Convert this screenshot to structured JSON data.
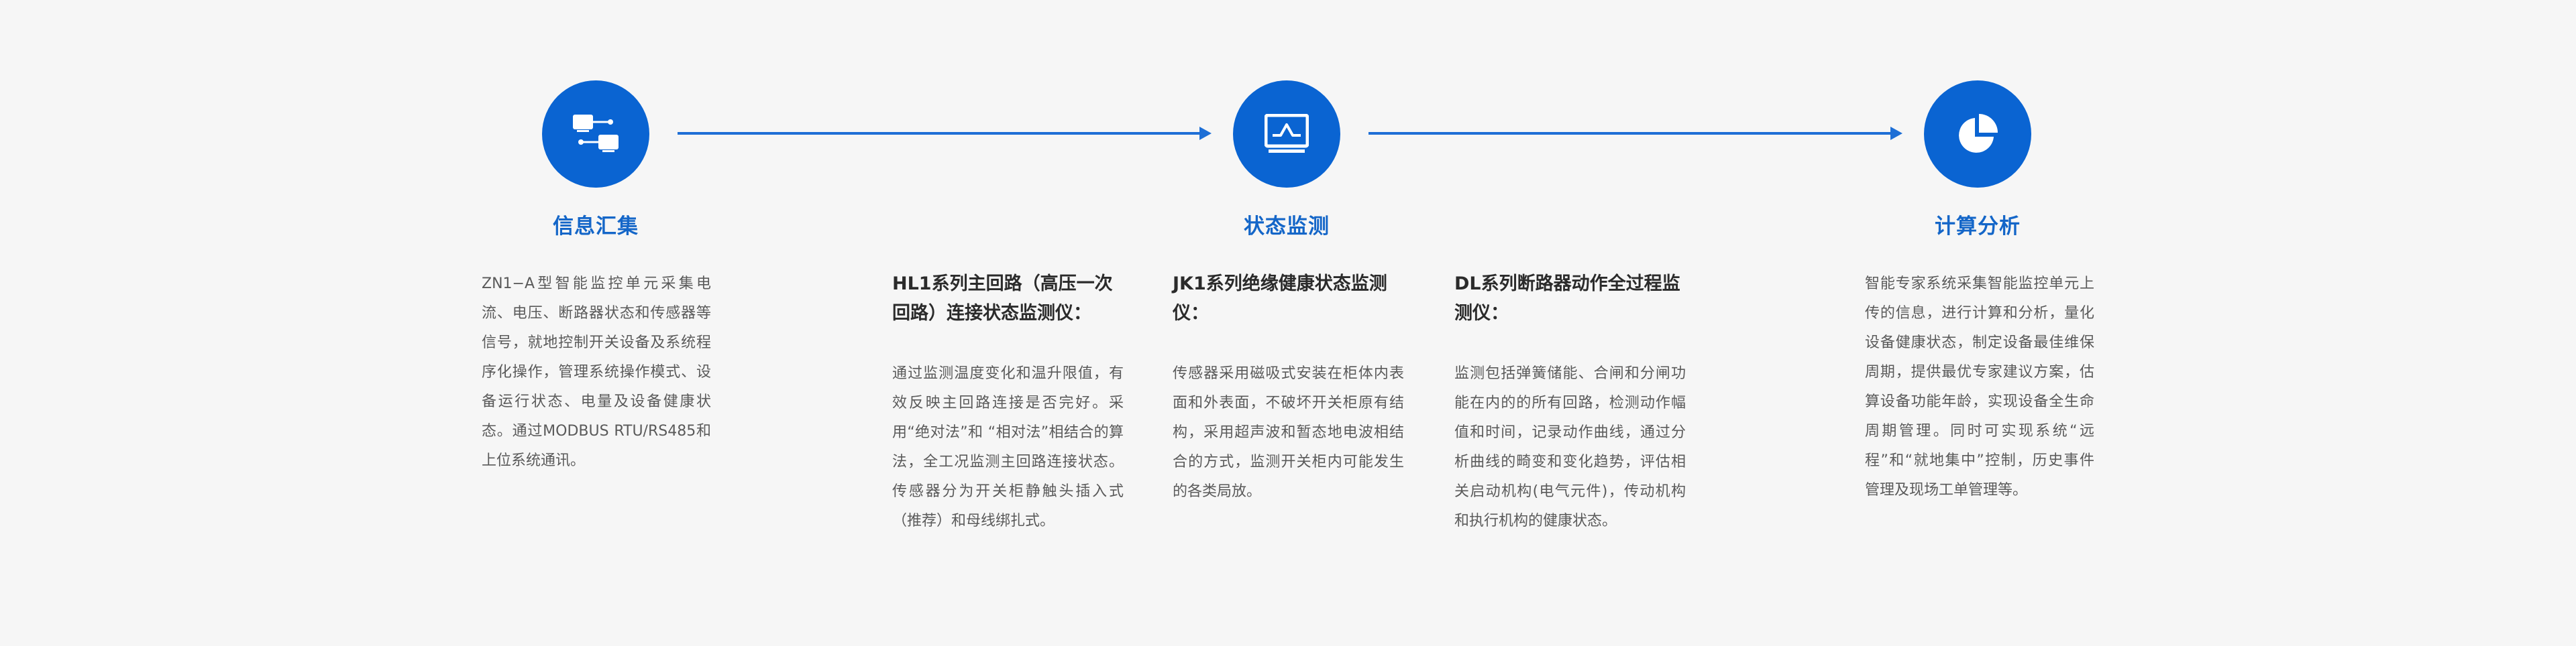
{
  "colors": {
    "accent": "#0a64d2",
    "title": "#1466c8",
    "text": "#5a5a5a",
    "heading": "#2b2b2b",
    "background": "#f6f6f6"
  },
  "stages": [
    {
      "icon": "network-transfer-icon",
      "title": "信息汇集",
      "description": "ZN1−A型智能监控单元采集电流、电压、断路器状态和传感器等信号，就地控制开关设备及系统程序化操作，管理系统操作模式、设备运行状态、电量及设备健康状态。通过MODBUS RTU/RS485和上位系统通讯。"
    },
    {
      "icon": "monitor-waveform-icon",
      "title": "状态监测",
      "columns": [
        {
          "title": "HL1系列主回路（高压一次回路）连接状态监测仪：",
          "description": "通过监测温度变化和温升限值，有效反映主回路连接是否完好。采用“绝对法”和 “相对法”相结合的算法，全工况监测主回路连接状态。传感器分为开关柜静触头插入式（推荐）和母线绑扎式。"
        },
        {
          "title": "JK1系列绝缘健康状态监测仪：",
          "description": "传感器采用磁吸式安装在柜体内表面和外表面，不破坏开关柜原有结构，采用超声波和暂态地电波相结合的方式，监测开关柜内可能发生的各类局放。"
        },
        {
          "title": "DL系列断路器动作全过程监测仪：",
          "description": "监测包括弹簧储能、合闸和分闸功能在内的的所有回路，检测动作幅值和时间，记录动作曲线，通过分析曲线的畸变和变化趋势，评估相关启动机构(电气元件)，传动机构和执行机构的健康状态。"
        }
      ]
    },
    {
      "icon": "pie-chart-icon",
      "title": "计算分析",
      "description": "智能专家系统采集智能监控单元上传的信息，进行计算和分析，量化设备健康状态，制定设备最佳维保周期，提供最优专家建议方案，估算设备功能年龄，实现设备全生命周期管理。同时可实现系统“远程”和“就地集中”控制，历史事件管理及现场工单管理等。"
    }
  ]
}
